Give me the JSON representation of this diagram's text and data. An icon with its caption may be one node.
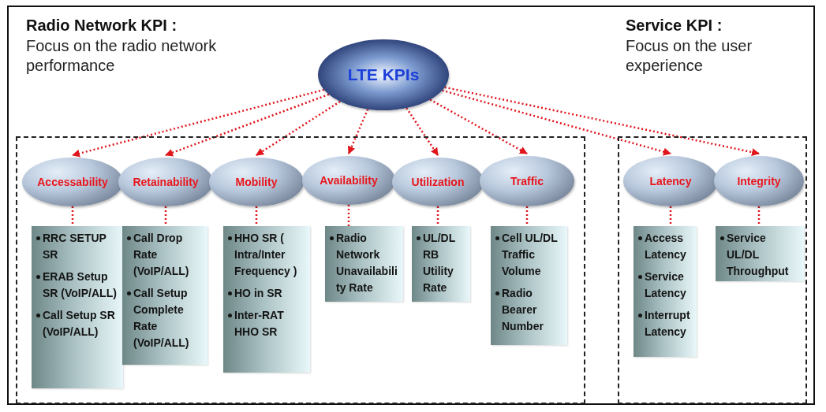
{
  "diagram": {
    "nodes": [
      {
        "text": [
          "LTE KPIs"
        ]
      },
      {
        "text": [],
        "shape": "box"
      },
      {
        "text": [
          "Accessability"
        ],
        "in": 1
      },
      {
        "text": [
          "Retainability"
        ],
        "in": 1
      },
      {
        "text": [
          "Mobility"
        ],
        "in": 1
      },
      {
        "text": [
          "Availability"
        ],
        "in": 1
      },
      {
        "text": [
          "Utilization"
        ],
        "in": 1
      },
      {
        "text": [
          "Traffic"
        ],
        "in": 1
      },
      {
        "text": [],
        "shape": "box"
      },
      {
        "text": [
          "Latency"
        ],
        "in": 8
      },
      {
        "text": [
          "Integrity"
        ],
        "in": 8
      },
      {
        "text": [
          "RRC SETUP SR",
          "ERAB Setup SR (VoIP/ALL)",
          "Call Setup SR (VoIP/ALL)"
        ],
        "in": 1
      },
      {
        "text": [
          "Call Drop Rate (VoIP/ALL)",
          "Call Setup Complete Rate (VoIP/ALL)"
        ],
        "in": 1
      },
      {
        "text": [
          "HHO SR ( Intra/Inter Frequency )",
          "HO in SR",
          "Inter-RAT HHO SR"
        ],
        "in": 1
      },
      {
        "text": [
          "Radio Network Unavailability Rate"
        ],
        "in": 1
      },
      {
        "text": [
          "UL/DL RB Utility Rate"
        ],
        "in": 1
      },
      {
        "text": [
          "Cell UL/DL Traffic Volume",
          "Radio Bearer Number"
        ],
        "in": 1
      },
      {
        "text": [
          "Access Latency",
          "Service Latency",
          "Interrupt Latency"
        ],
        "in": 8
      },
      {
        "text": [
          "Service UL/DL Throughput"
        ],
        "in": 8
      }
    ],
    "edges": [
      {
        "from": 0,
        "to": 2,
        "arrow": "to"
      },
      {
        "from": 0,
        "to": 3,
        "arrow": "to"
      },
      {
        "from": 0,
        "to": 4,
        "arrow": "to"
      },
      {
        "from": 0,
        "to": 5,
        "arrow": "to"
      },
      {
        "from": 0,
        "to": 6,
        "arrow": "to"
      },
      {
        "from": 0,
        "to": 7,
        "arrow": "to"
      },
      {
        "from": 0,
        "to": 9,
        "arrow": "to"
      },
      {
        "from": 0,
        "to": 10,
        "arrow": "to"
      },
      {
        "from": 2,
        "to": 11,
        "arrow": "none"
      },
      {
        "from": 3,
        "to": 12,
        "arrow": "none"
      },
      {
        "from": 4,
        "to": 13,
        "arrow": "none"
      },
      {
        "from": 5,
        "to": 14,
        "arrow": "none"
      },
      {
        "from": 6,
        "to": 15,
        "arrow": "none"
      },
      {
        "from": 7,
        "to": 16,
        "arrow": "none"
      },
      {
        "from": 9,
        "to": 17,
        "arrow": "none"
      },
      {
        "from": 10,
        "to": 18,
        "arrow": "none"
      }
    ],
    "labels": [
      "Radio Network KPI :",
      "Focus on the radio network performance",
      "Service KPI :",
      "Focus on the user experience"
    ]
  }
}
